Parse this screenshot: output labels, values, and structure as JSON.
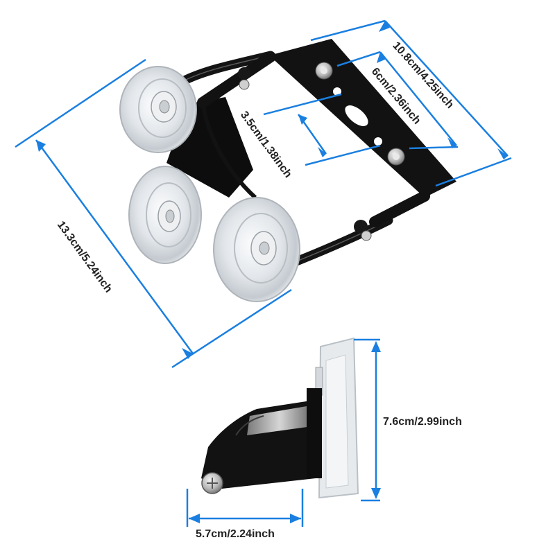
{
  "colors": {
    "dimension_line": "#1a7fe0",
    "bracket": "#111111",
    "suction_cup": "#dfe3e6",
    "background": "#ffffff"
  },
  "dimensions": {
    "overall_width": "10.8cm/4.25inch",
    "hole_spacing_outer": "6cm/2.36inch",
    "hole_spacing_inner": "3.5cm/1.38inch",
    "overall_length": "13.3cm/5.24inch",
    "side_height": "7.6cm/2.99inch",
    "side_depth": "5.7cm/2.24inch"
  }
}
